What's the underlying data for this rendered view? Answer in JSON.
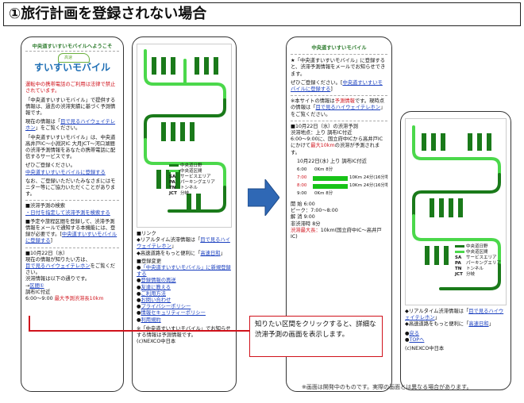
{
  "slide": {
    "title": "①旅行計画を登録されない場合",
    "footnote": "※画面は開発中のものです。実際の画面とは異なる場合があります。"
  },
  "p1": {
    "header": "中央道すいすいモバイルへようこそ",
    "logo_car": "高速",
    "logo": "すいすいモバイル",
    "warn": "運転中の携帯電話のご利用は法律で禁止されています。",
    "intro": "「中央道すいすいモバイル」で提供する情報は、過去の渋滞実績に基づく予測情報です。",
    "now1": "現在の情報は「",
    "now_link": "目で見るハイウェイテレホン",
    "now2": "」をご覧ください。",
    "area": "「中央道すいすいモバイル」は、中央道 高井戸IC～小淵沢IC 大月JCT～河口湖間の渋滞予測情報をあなたの携帯電話に配信するサービスです。",
    "reg1": "ぜひご登録ください。",
    "reg_link": "中央道すいすいモバイルに登録する",
    "reg2": "なお、ご登録いただいたみなさまにはモニター等にご協力いただくことがあります。",
    "sec_title": "■渋滞予測の検索",
    "search_link": "・日付を指定して渋滞予測を検索する",
    "email1": "■予定や旅程区間を登録して、渋滞予測情報をメールで通知する本機能には、登録が必要です。[",
    "email_link": "中央道すいすいモバイルに登録する",
    "email2": "]",
    "date": "■10月22日（水）",
    "date_info": "現在の情報が知りたい方は、",
    "date_link": "目で見るハイウェイテレホン",
    "date_info2": "をご覧ください。",
    "forecast": "渋滞情報は以下の通りです。",
    "section_link": "区間①",
    "section_sub": "調布IC付近",
    "time": "6:00～9:00",
    "max": "最大予測渋滞長10km"
  },
  "p2": {
    "legend": [
      {
        "color": "#1a7a1a",
        "label": "中央道日野"
      },
      {
        "color": "#4bd84b",
        "label": "中央道区間"
      }
    ],
    "legend_codes": [
      {
        "code": "SA",
        "label": "サービスエリア"
      },
      {
        "code": "PA",
        "label": "パーキングエリア"
      },
      {
        "code": "TN",
        "label": "トンネル"
      },
      {
        "code": "JCT",
        "label": "分岐"
      }
    ],
    "links_title": "■リンク",
    "l1a": "◆リアルタイム渋滞情報は「",
    "l1_link": "目で見るハイウェイテレホン",
    "l1b": "」",
    "l2a": "◆高速道路をもっと便利に「",
    "l2_link": "高速日和",
    "l2b": "」",
    "reg_title": "■登録変更",
    "reg_link": "「中央道すいすいモバイル」に新規登録する",
    "reg_items": [
      "登録情報の再送",
      "友達に教える",
      "ご利用方法",
      "お問い合わせ",
      "プライバシーポリシー",
      "情報セキュリティーポリシー",
      "利用規約"
    ],
    "foot": "※「中央道すいすいモバイル」でお知らせする情報は予測情報です。",
    "copy": "(c)NEXCO中日本"
  },
  "p3": {
    "header": "中央道すいすいモバイル",
    "msg": "★「中央道すいすいモバイル」に登録すると、渋滞予測情報をメールでお知らせできます。",
    "reg1": "ぜひご登録ください。[",
    "reg_link": "中央道すいすいモバイルに登録する",
    "reg2": "]",
    "note1": "※本サイトの情報は",
    "note_red": "予測情報",
    "note2": "です。現時点の情報は「",
    "note_link": "目で見るハイウェイテレホン",
    "note3": "」をご覧ください。",
    "detail": "■10月22日（水）の渋滞予測",
    "spot": "渋滞地点：上り 調布IC付近",
    "desc1": "6:00～9:00に、国立府中ICから高井戸ICにかけて",
    "desc_red": "最大10km",
    "desc2": "の渋滞が予測されます。",
    "chart_title": "10月22日(水) 上り 調布IC付近",
    "start": "開 始 6:00",
    "peak": "ピーク：7:00～8:00",
    "end": "解 消 9:00",
    "dur": "非渋滞時 8分",
    "maxlen_label": "渋滞最大長：",
    "maxlen": "10km(国立府中IC～高井戸IC)"
  },
  "chart_data": {
    "type": "bar",
    "title": "10月22日(水) 上り 調布IC付近",
    "categories": [
      "6:00",
      "7:00",
      "8:00",
      "9:00"
    ],
    "values": [
      0,
      10,
      10,
      0
    ],
    "labels": [
      "0Km 8分",
      "10Km 24分(16分増)",
      "10Km 24分(16分増)",
      "0Km 8分"
    ],
    "colors": {
      "bar": "#18c318",
      "emph": "#d0121b"
    },
    "xlabel": "",
    "ylabel": "",
    "ylim": [
      0,
      10
    ]
  },
  "p4": {
    "l1a": "◆リアルタイム渋滞情報は「",
    "l1_link": "目で見るハイウェイテレホン",
    "l1b": "」",
    "l2a": "◆高速道路をもっと便利に「",
    "l2_link": "高速日和",
    "l2b": "」",
    "back": "戻る",
    "top": "TOPへ",
    "copy": "(c)NEXCO中日本"
  },
  "callout": "知りたい区間をクリックすると、詳細な渋滞予測の画面を表示します。"
}
